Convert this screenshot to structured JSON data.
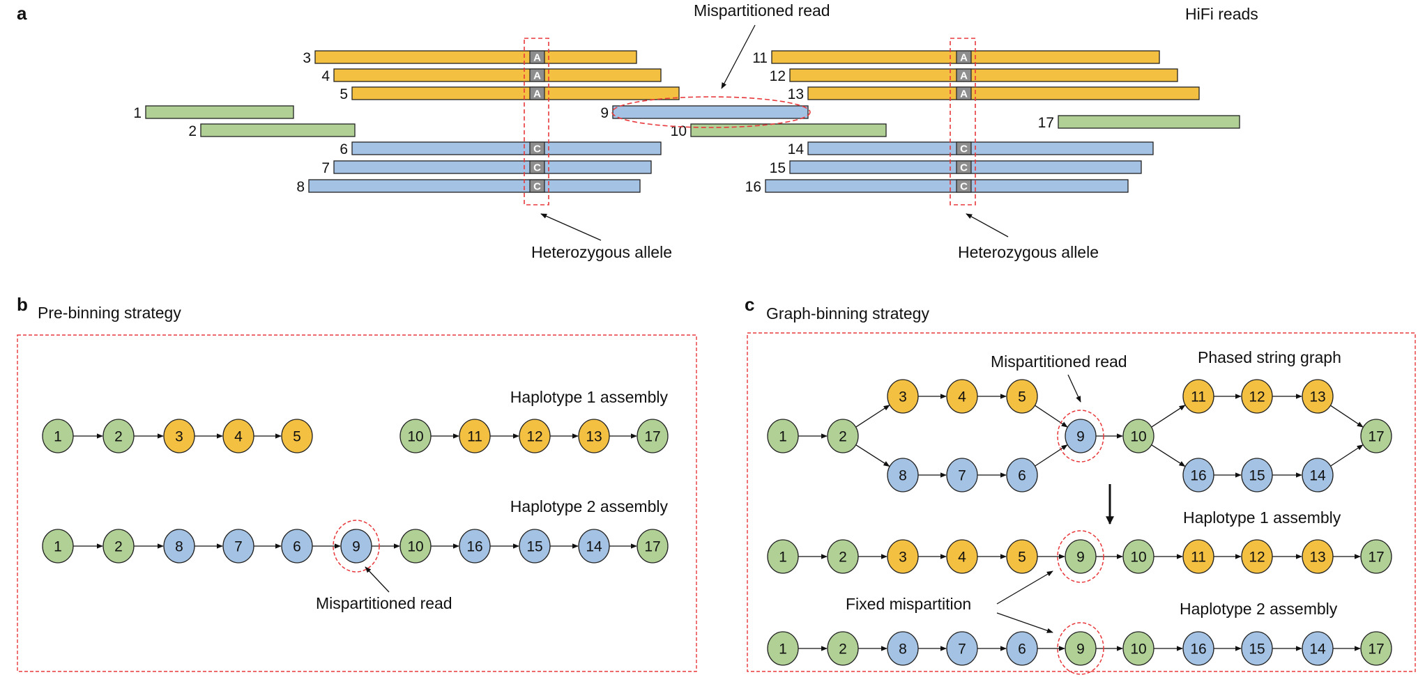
{
  "colors": {
    "hap1": "#f4c042",
    "hap2": "#a4c2e3",
    "homo": "#b0d095",
    "allele_box": "#8e8e8e",
    "highlight": "#e8383b",
    "stroke": "#222222"
  },
  "panel_a": {
    "label": "a",
    "hifi_title": "HiFi reads",
    "mispartitioned_label": "Mispartitioned read",
    "het_label_left": "Heterozygous allele",
    "het_label_right": "Heterozygous allele",
    "reads": [
      {
        "id": "1",
        "type": "homo",
        "allele": null
      },
      {
        "id": "2",
        "type": "homo",
        "allele": null
      },
      {
        "id": "3",
        "type": "hap1",
        "allele": "A"
      },
      {
        "id": "4",
        "type": "hap1",
        "allele": "A"
      },
      {
        "id": "5",
        "type": "hap1",
        "allele": "A"
      },
      {
        "id": "6",
        "type": "hap2",
        "allele": "C"
      },
      {
        "id": "7",
        "type": "hap2",
        "allele": "C"
      },
      {
        "id": "8",
        "type": "hap2",
        "allele": "C"
      },
      {
        "id": "9",
        "type": "hap2",
        "allele": null,
        "mispartitioned": true
      },
      {
        "id": "10",
        "type": "homo",
        "allele": null
      },
      {
        "id": "11",
        "type": "hap1",
        "allele": "A"
      },
      {
        "id": "12",
        "type": "hap1",
        "allele": "A"
      },
      {
        "id": "13",
        "type": "hap1",
        "allele": "A"
      },
      {
        "id": "14",
        "type": "hap2",
        "allele": "C"
      },
      {
        "id": "15",
        "type": "hap2",
        "allele": "C"
      },
      {
        "id": "16",
        "type": "hap2",
        "allele": "C"
      },
      {
        "id": "17",
        "type": "homo",
        "allele": null
      }
    ]
  },
  "panel_b": {
    "label": "b",
    "title": "Pre-binning strategy",
    "hap1_label": "Haplotype 1 assembly",
    "hap2_label": "Haplotype 2 assembly",
    "mispartitioned_label": "Mispartitioned read",
    "hap1_segments": [
      [
        {
          "id": "1",
          "type": "homo"
        },
        {
          "id": "2",
          "type": "homo"
        },
        {
          "id": "3",
          "type": "hap1"
        },
        {
          "id": "4",
          "type": "hap1"
        },
        {
          "id": "5",
          "type": "hap1"
        }
      ],
      [
        {
          "id": "10",
          "type": "homo"
        },
        {
          "id": "11",
          "type": "hap1"
        },
        {
          "id": "12",
          "type": "hap1"
        },
        {
          "id": "13",
          "type": "hap1"
        },
        {
          "id": "17",
          "type": "homo"
        }
      ]
    ],
    "hap2_path": [
      {
        "id": "1",
        "type": "homo"
      },
      {
        "id": "2",
        "type": "homo"
      },
      {
        "id": "8",
        "type": "hap2"
      },
      {
        "id": "7",
        "type": "hap2"
      },
      {
        "id": "6",
        "type": "hap2"
      },
      {
        "id": "9",
        "type": "hap2",
        "highlight": true
      },
      {
        "id": "10",
        "type": "homo"
      },
      {
        "id": "16",
        "type": "hap2"
      },
      {
        "id": "15",
        "type": "hap2"
      },
      {
        "id": "14",
        "type": "hap2"
      },
      {
        "id": "17",
        "type": "homo"
      }
    ]
  },
  "panel_c": {
    "label": "c",
    "title": "Graph-binning strategy",
    "graph_label": "Phased string graph",
    "mispartitioned_label": "Mispartitioned read",
    "hap1_label": "Haplotype 1 assembly",
    "hap2_label": "Haplotype 2 assembly",
    "fixed_label": "Fixed mispartition",
    "graph_nodes": {
      "start": [
        {
          "id": "1",
          "type": "homo"
        },
        {
          "id": "2",
          "type": "homo"
        }
      ],
      "upper_left": [
        {
          "id": "3",
          "type": "hap1"
        },
        {
          "id": "4",
          "type": "hap1"
        },
        {
          "id": "5",
          "type": "hap1"
        }
      ],
      "lower_left": [
        {
          "id": "8",
          "type": "hap2"
        },
        {
          "id": "7",
          "type": "hap2"
        },
        {
          "id": "6",
          "type": "hap2"
        }
      ],
      "middle": [
        {
          "id": "9",
          "type": "hap2",
          "highlight": true
        },
        {
          "id": "10",
          "type": "homo"
        }
      ],
      "upper_right": [
        {
          "id": "11",
          "type": "hap1"
        },
        {
          "id": "12",
          "type": "hap1"
        },
        {
          "id": "13",
          "type": "hap1"
        }
      ],
      "lower_right": [
        {
          "id": "16",
          "type": "hap2"
        },
        {
          "id": "15",
          "type": "hap2"
        },
        {
          "id": "14",
          "type": "hap2"
        }
      ],
      "end": [
        {
          "id": "17",
          "type": "homo"
        }
      ]
    },
    "hap1_path": [
      {
        "id": "1",
        "type": "homo"
      },
      {
        "id": "2",
        "type": "homo"
      },
      {
        "id": "3",
        "type": "hap1"
      },
      {
        "id": "4",
        "type": "hap1"
      },
      {
        "id": "5",
        "type": "hap1"
      },
      {
        "id": "9",
        "type": "homo",
        "highlight": true
      },
      {
        "id": "10",
        "type": "homo"
      },
      {
        "id": "11",
        "type": "hap1"
      },
      {
        "id": "12",
        "type": "hap1"
      },
      {
        "id": "13",
        "type": "hap1"
      },
      {
        "id": "17",
        "type": "homo"
      }
    ],
    "hap2_path": [
      {
        "id": "1",
        "type": "homo"
      },
      {
        "id": "2",
        "type": "homo"
      },
      {
        "id": "8",
        "type": "hap2"
      },
      {
        "id": "7",
        "type": "hap2"
      },
      {
        "id": "6",
        "type": "hap2"
      },
      {
        "id": "9",
        "type": "homo",
        "highlight": true
      },
      {
        "id": "10",
        "type": "homo"
      },
      {
        "id": "16",
        "type": "hap2"
      },
      {
        "id": "15",
        "type": "hap2"
      },
      {
        "id": "14",
        "type": "hap2"
      },
      {
        "id": "17",
        "type": "homo"
      }
    ]
  }
}
